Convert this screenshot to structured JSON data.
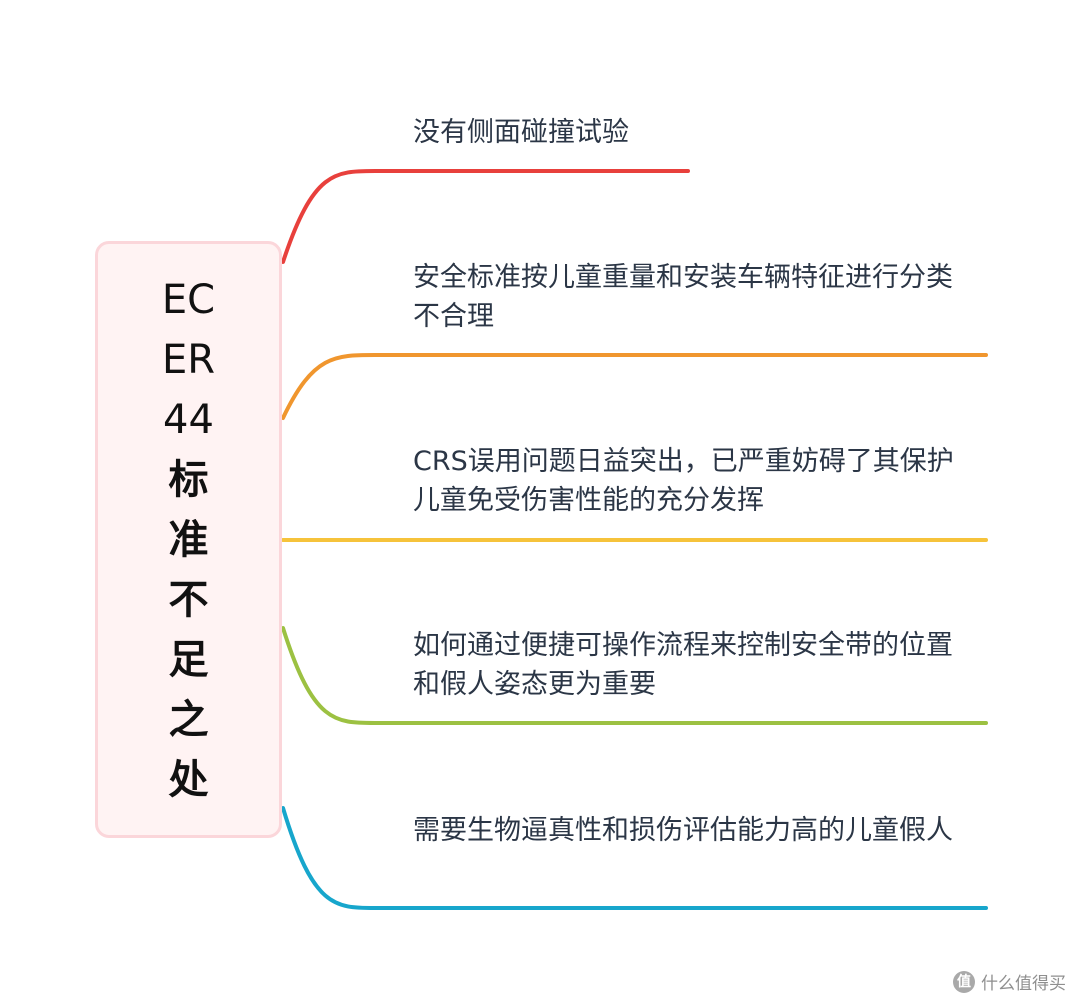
{
  "root": {
    "lines": [
      "EC",
      "ER",
      "44",
      "标",
      "准",
      "不",
      "足",
      "之",
      "处"
    ]
  },
  "branches": [
    {
      "text": "没有侧面碰撞试验",
      "color": "#e8403c"
    },
    {
      "text": "安全标准按儿童重量和安装车辆特征进行分类不合理",
      "color": "#f0962e"
    },
    {
      "text": "CRS误用问题日益突出，已严重妨碍了其保护儿童免受伤害性能的充分发挥",
      "color": "#f6c33b"
    },
    {
      "text": "如何通过便捷可操作流程来控制安全带的位置和假人姿态更为重要",
      "color": "#9cc142"
    },
    {
      "text": "需要生物逼真性和损伤评估能力高的儿童假人",
      "color": "#17a6cc"
    }
  ],
  "watermark": {
    "icon": "zhi-icon",
    "text": "什么值得买"
  }
}
